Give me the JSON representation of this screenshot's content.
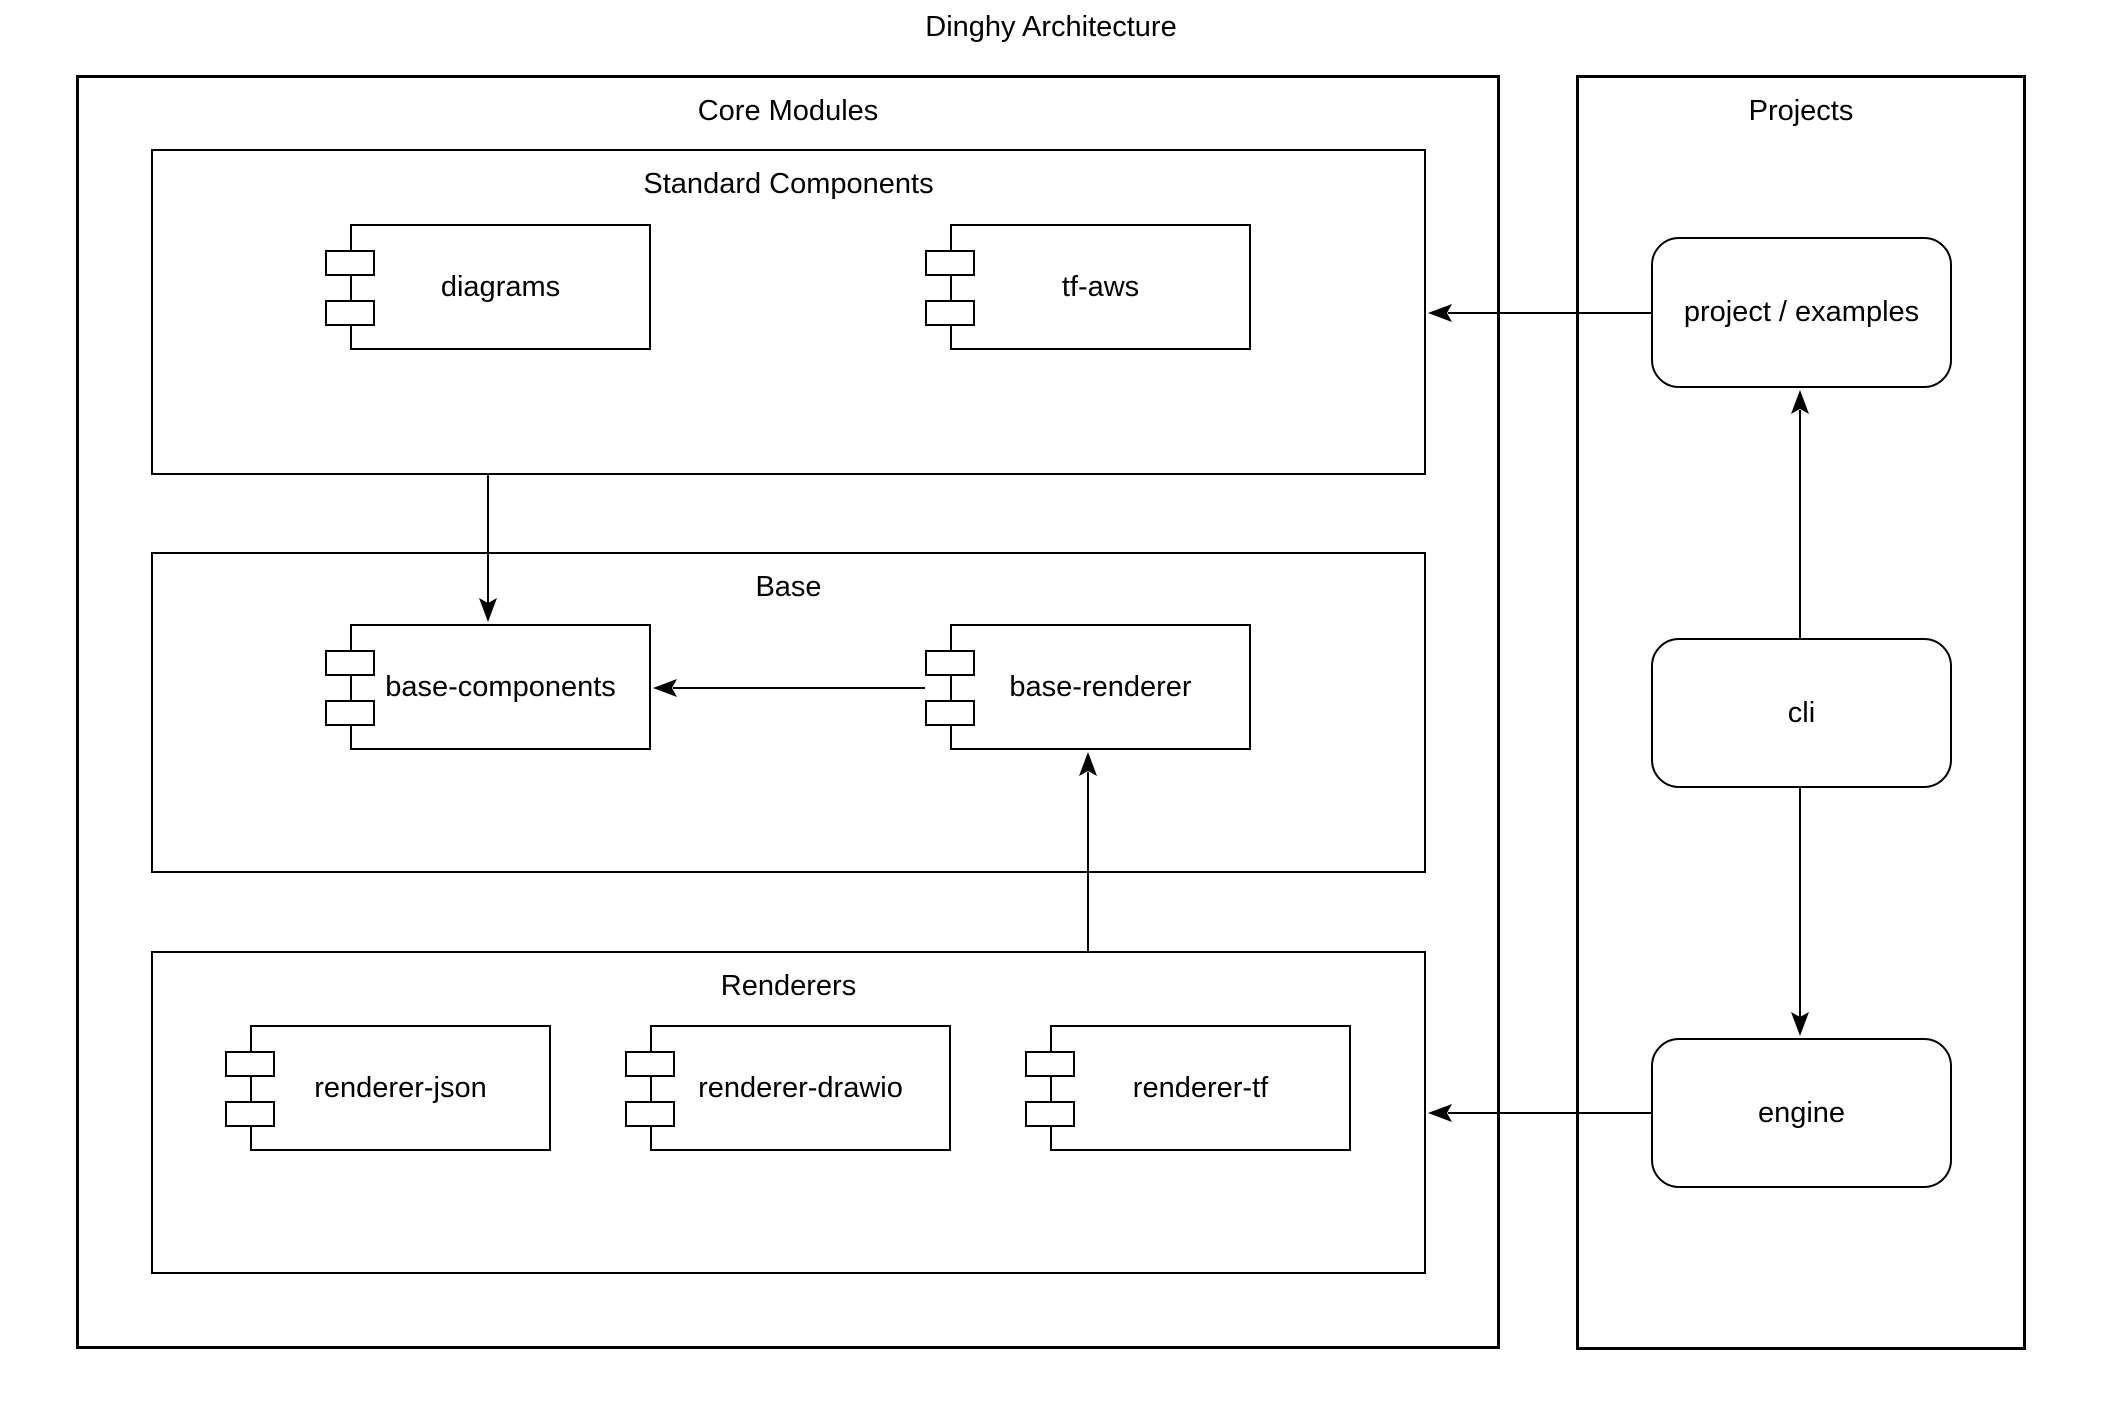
{
  "title": "Dinghy Architecture",
  "colors": {
    "background": "#ffffff",
    "stroke": "#000000",
    "text": "#000000"
  },
  "groups": {
    "core_modules": {
      "label": "Core Modules"
    },
    "standard_components": {
      "label": "Standard Components"
    },
    "base": {
      "label": "Base"
    },
    "renderers": {
      "label": "Renderers"
    },
    "projects": {
      "label": "Projects"
    }
  },
  "components": {
    "diagrams": {
      "label": "diagrams"
    },
    "tf_aws": {
      "label": "tf-aws"
    },
    "base_components": {
      "label": "base-components"
    },
    "base_renderer": {
      "label": "base-renderer"
    },
    "renderer_json": {
      "label": "renderer-json"
    },
    "renderer_drawio": {
      "label": "renderer-drawio"
    },
    "renderer_tf": {
      "label": "renderer-tf"
    }
  },
  "nodes": {
    "project_examples": {
      "label": "project / examples"
    },
    "cli": {
      "label": "cli"
    },
    "engine": {
      "label": "engine"
    }
  },
  "edges": [
    {
      "from": "standard_components",
      "to": "base_components"
    },
    {
      "from": "base_renderer",
      "to": "base_components"
    },
    {
      "from": "renderers",
      "to": "base_renderer"
    },
    {
      "from": "project_examples",
      "to": "standard_components"
    },
    {
      "from": "cli",
      "to": "project_examples"
    },
    {
      "from": "cli",
      "to": "engine"
    },
    {
      "from": "engine",
      "to": "renderers"
    }
  ]
}
